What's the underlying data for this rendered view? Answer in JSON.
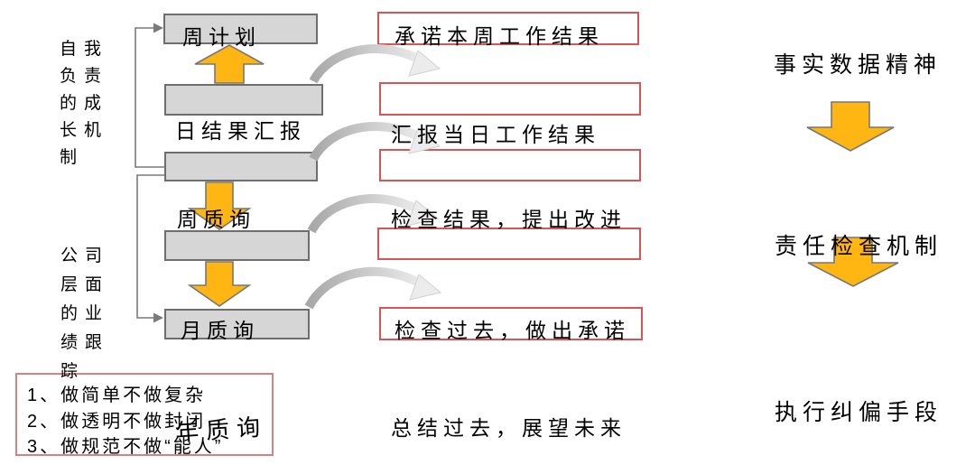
{
  "left_mechanisms": {
    "growth": "自我\n负责\n的成\n长机\n制",
    "tracking": "公司\n层面\n的业\n绩跟\n踪"
  },
  "flow": {
    "week_plan": "周计划",
    "daily_report": "日结果汇报",
    "week_inquiry": "周质询",
    "month_inquiry": "月质询",
    "year_inquiry": "年质询"
  },
  "outcomes": {
    "commit_week": "承诺本周工作结果",
    "report_today": "汇报当日工作结果",
    "check_improve": "检查结果，提出改进",
    "check_commit": "检查过去，做出承诺",
    "summarize_future": "总结过去，展望未来"
  },
  "principles": [
    "1、做简单不做复杂",
    "2、做透明不做封闭",
    "3、做规范不做“能人”"
  ],
  "pillars": [
    "事实数据精神",
    "责任检查机制",
    "执行纠偏手段"
  ],
  "colors": {
    "arrow_orange": "#FFB612",
    "gray_box_fill": "#D6D6D6",
    "gray_box_border": "#6E6E6E",
    "red_box_border": "#D95454",
    "principles_border": "#D98080",
    "connector_gray": "#7A7A7A"
  }
}
